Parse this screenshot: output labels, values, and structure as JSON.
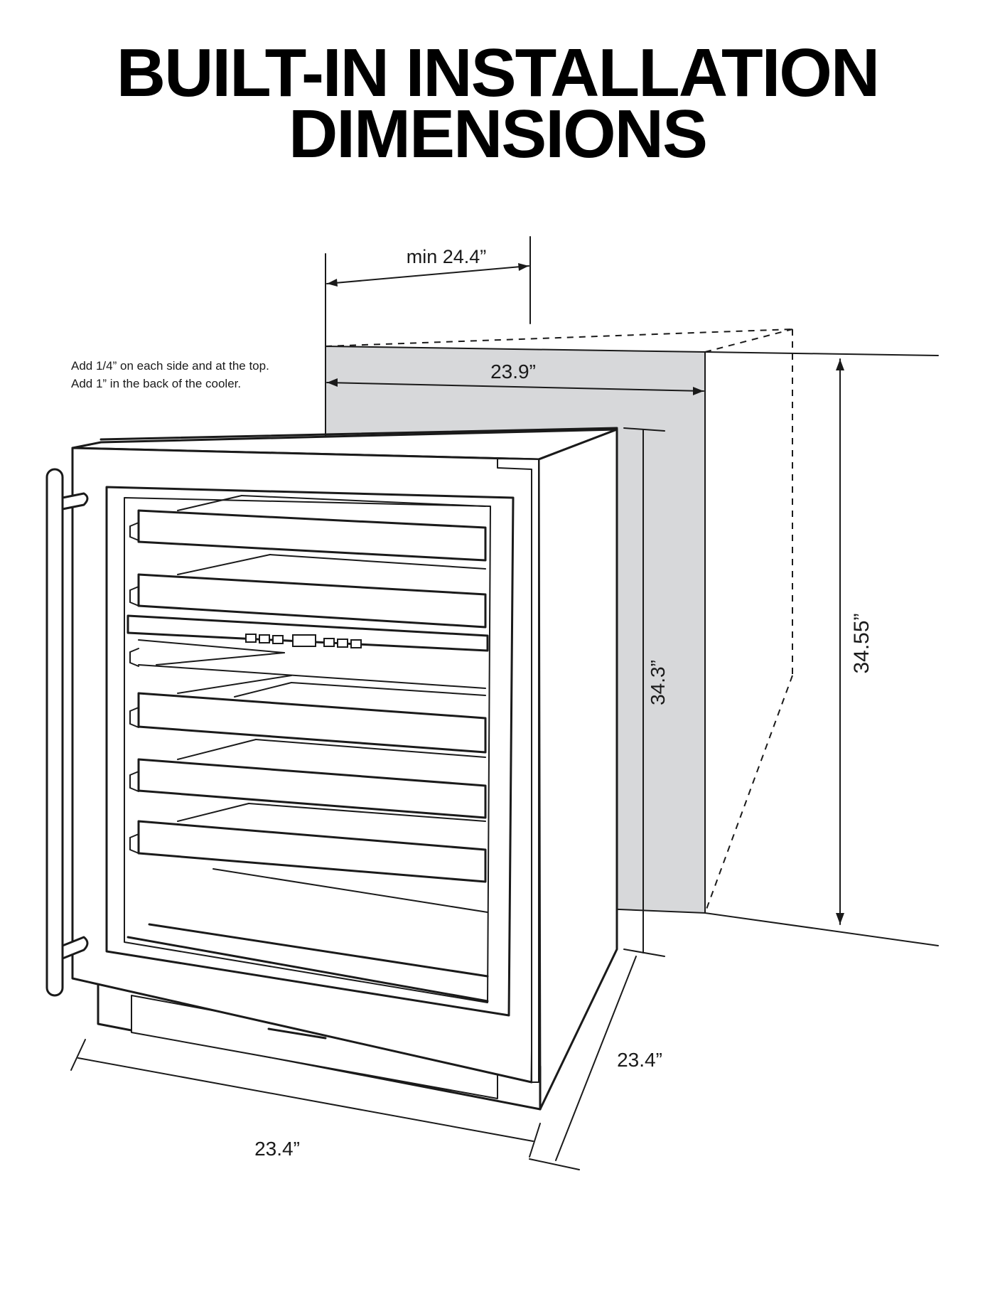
{
  "title": {
    "line1": "BUILT-IN INSTALLATION",
    "line2": "DIMENSIONS"
  },
  "note": {
    "line1": "Add 1/4” on each side and at the top.",
    "line2": "Add 1” in the back of the cooler."
  },
  "dimensions": {
    "min_opening_depth": "min 24.4”",
    "opening_width": "23.9”",
    "opening_height": "34.55”",
    "unit_height": "34.3”",
    "unit_depth": "23.4”",
    "unit_width": "23.4”"
  },
  "colors": {
    "cavity_fill": "#d7d8da",
    "line": "#1a1a1a"
  }
}
